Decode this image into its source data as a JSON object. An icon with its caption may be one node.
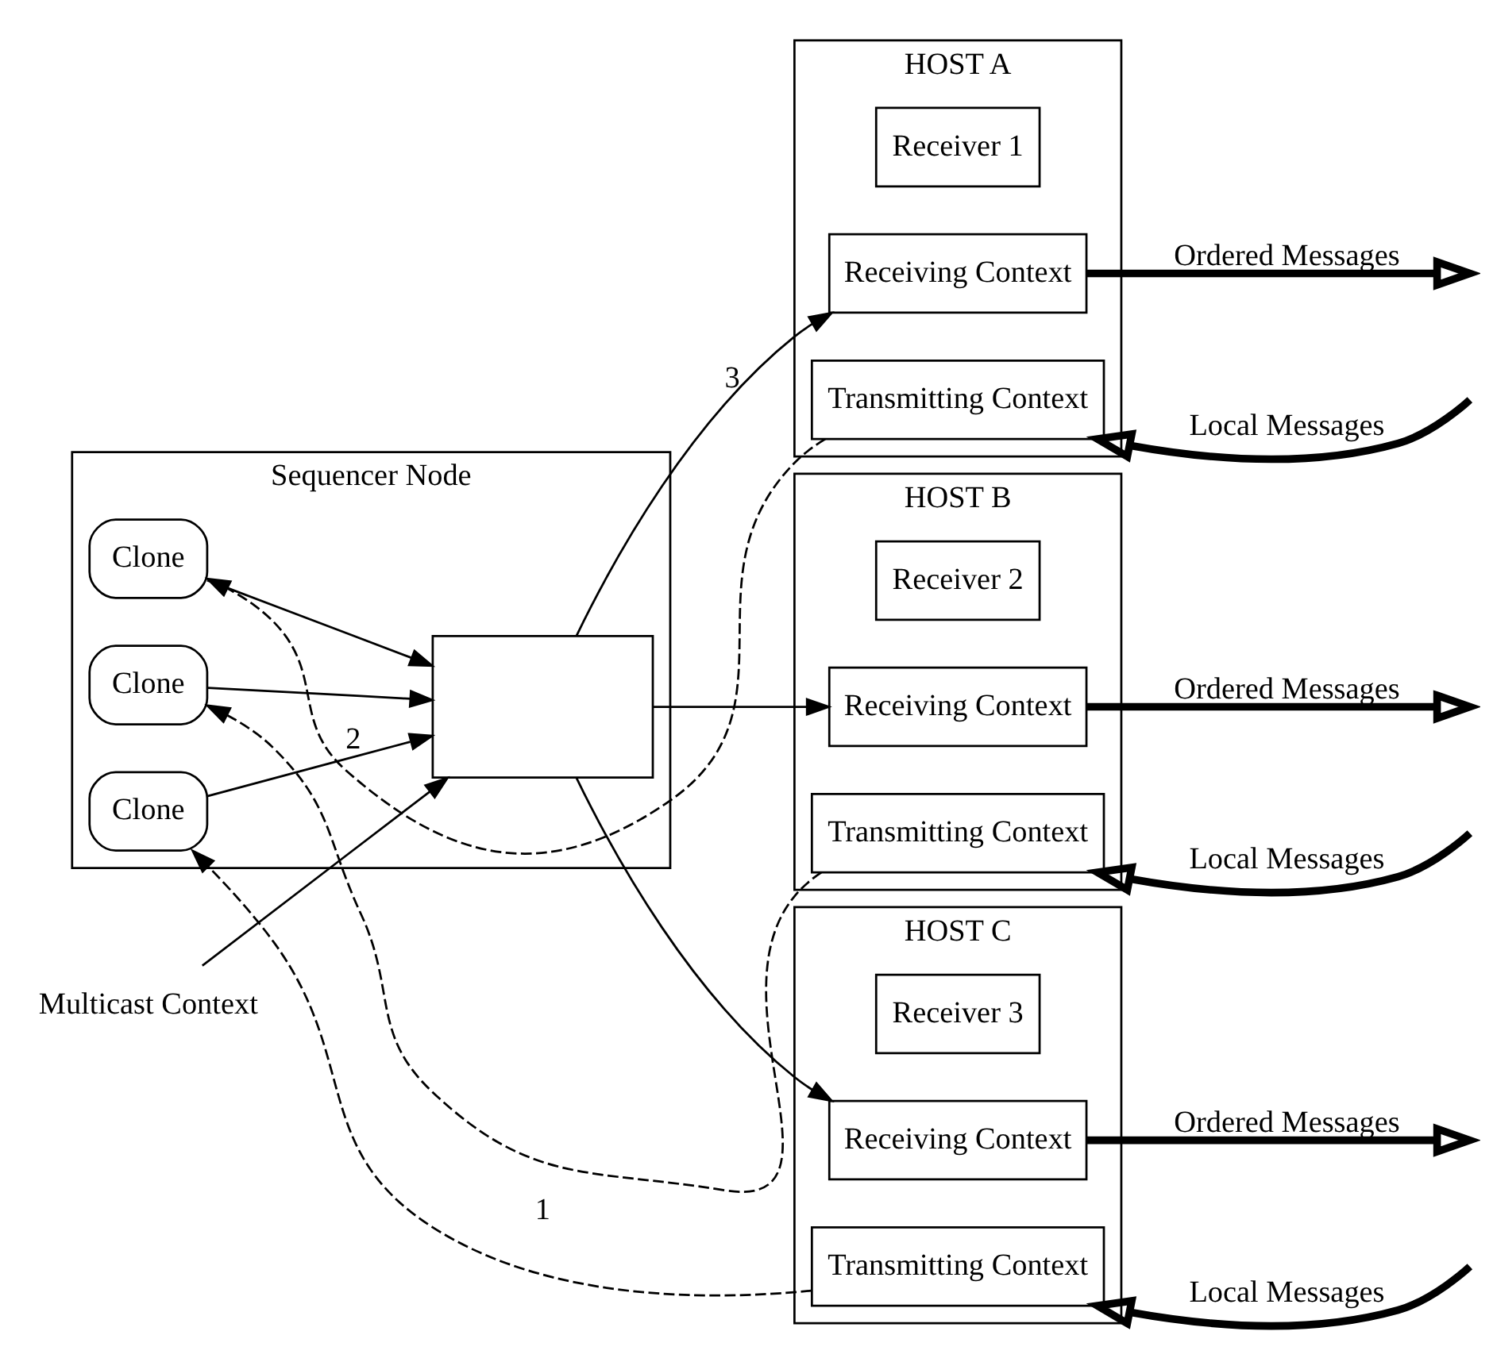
{
  "diagram": {
    "nodes": [
      {
        "text": [
          "Sequencer Node"
        ]
      },
      {
        "text": [
          "Multicast Context"
        ]
      },
      {
        "text": [],
        "shape": "box",
        "in": 0
      },
      {
        "text": [
          "Clone"
        ],
        "in": 0
      },
      {
        "text": [
          "Clone"
        ],
        "in": 0
      },
      {
        "text": [
          "Clone"
        ],
        "in": 0
      },
      {
        "text": [
          "HOST A"
        ]
      },
      {
        "text": [
          "Receiver 1"
        ],
        "in": 6
      },
      {
        "text": [
          "Receiving Context"
        ],
        "in": 6
      },
      {
        "text": [
          "Transmitting Context"
        ],
        "in": 6
      },
      {
        "text": [
          "HOST B"
        ]
      },
      {
        "text": [
          "Receiver 2"
        ],
        "in": 10
      },
      {
        "text": [
          "Receiving Context"
        ],
        "in": 10
      },
      {
        "text": [
          "Transmitting Context"
        ],
        "in": 10
      },
      {
        "text": [
          "HOST C"
        ]
      },
      {
        "text": [
          "Receiver 3"
        ],
        "in": 14
      },
      {
        "text": [
          "Receiving Context"
        ],
        "in": 14
      },
      {
        "text": [
          "Transmitting Context"
        ],
        "in": 14
      }
    ],
    "edges": [
      {
        "from": 1,
        "to": 2,
        "arrow": "to"
      },
      {
        "from": 2,
        "to": 8,
        "arrow": "to",
        "label": "3"
      },
      {
        "from": 2,
        "to": 12,
        "arrow": "to"
      },
      {
        "from": 2,
        "to": 16,
        "arrow": "to"
      },
      {
        "from": 9,
        "to": 3,
        "arrow": "to",
        "style": "dashed"
      },
      {
        "from": 13,
        "to": 4,
        "arrow": "to",
        "style": "dashed"
      },
      {
        "from": 17,
        "to": 5,
        "arrow": "to",
        "style": "dashed",
        "label": "1"
      },
      {
        "from": 3,
        "to": 2,
        "arrow": "to"
      },
      {
        "from": 4,
        "to": 2,
        "arrow": "to"
      },
      {
        "from": 5,
        "to": 2,
        "arrow": "to",
        "label": "2"
      },
      {
        "from": 8,
        "to": null,
        "arrow": "to",
        "style": "thick",
        "label": "Ordered Messages"
      },
      {
        "from": null,
        "to": 9,
        "arrow": "to",
        "style": "thick",
        "label": "Local Messages"
      },
      {
        "from": 12,
        "to": null,
        "arrow": "to",
        "style": "thick",
        "label": "Ordered Messages"
      },
      {
        "from": null,
        "to": 13,
        "arrow": "to",
        "style": "thick",
        "label": "Local Messages"
      },
      {
        "from": 16,
        "to": null,
        "arrow": "to",
        "style": "thick",
        "label": "Ordered Messages"
      },
      {
        "from": null,
        "to": 17,
        "arrow": "to",
        "style": "thick",
        "label": "Local Messages"
      }
    ]
  }
}
